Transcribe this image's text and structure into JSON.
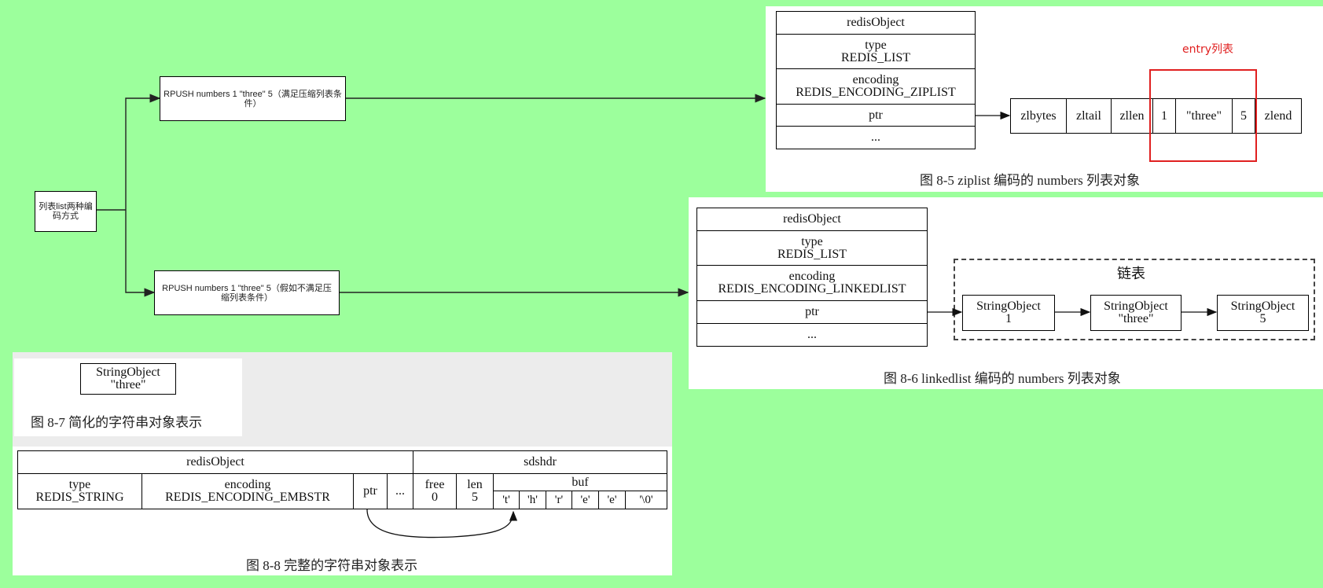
{
  "mindmap": {
    "root": "列表list两种编码方式",
    "branch_ziplist": "RPUSH numbers 1 \"three\" 5（满足压缩列表条件）",
    "branch_linkedlist": "RPUSH numbers 1 \"three\" 5（假如不满足压缩列表条件）"
  },
  "ziplist_figure": {
    "object": [
      "redisObject",
      "type",
      "REDIS_LIST",
      "encoding",
      "REDIS_ENCODING_ZIPLIST",
      "ptr",
      "..."
    ],
    "cells": [
      "zlbytes",
      "zltail",
      "zllen",
      "1",
      "\"three\"",
      "5",
      "zlend"
    ],
    "entry_label": "entry列表",
    "caption": "图 8-5    ziplist 编码的 numbers 列表对象"
  },
  "linkedlist_figure": {
    "object": [
      "redisObject",
      "type",
      "REDIS_LIST",
      "encoding",
      "REDIS_ENCODING_LINKEDLIST",
      "ptr",
      "..."
    ],
    "group_label": "链表",
    "nodes": [
      {
        "name": "StringObject",
        "value": "1"
      },
      {
        "name": "StringObject",
        "value": "\"three\""
      },
      {
        "name": "StringObject",
        "value": "5"
      }
    ],
    "caption": "图 8-6    linkedlist 编码的 numbers 列表对象"
  },
  "simple_string_figure": {
    "name": "StringObject",
    "value": "\"three\"",
    "caption": "图 8-7    简化的字符串对象表示"
  },
  "full_string_figure": {
    "redis_header": "redisObject",
    "sds_header": "sdshdr",
    "type_label": "type",
    "type_value": "REDIS_STRING",
    "encoding_label": "encoding",
    "encoding_value": "REDIS_ENCODING_EMBSTR",
    "ptr": "ptr",
    "ellipsis": "...",
    "free_label": "free",
    "free_value": "0",
    "len_label": "len",
    "len_value": "5",
    "buf_label": "buf",
    "buf": [
      "'t'",
      "'h'",
      "'r'",
      "'e'",
      "'e'",
      "'\\0'"
    ],
    "caption": "图 8-8    完整的字符串对象表示"
  },
  "colors": {
    "background": "#9cff9c",
    "highlight": "#e02020"
  }
}
